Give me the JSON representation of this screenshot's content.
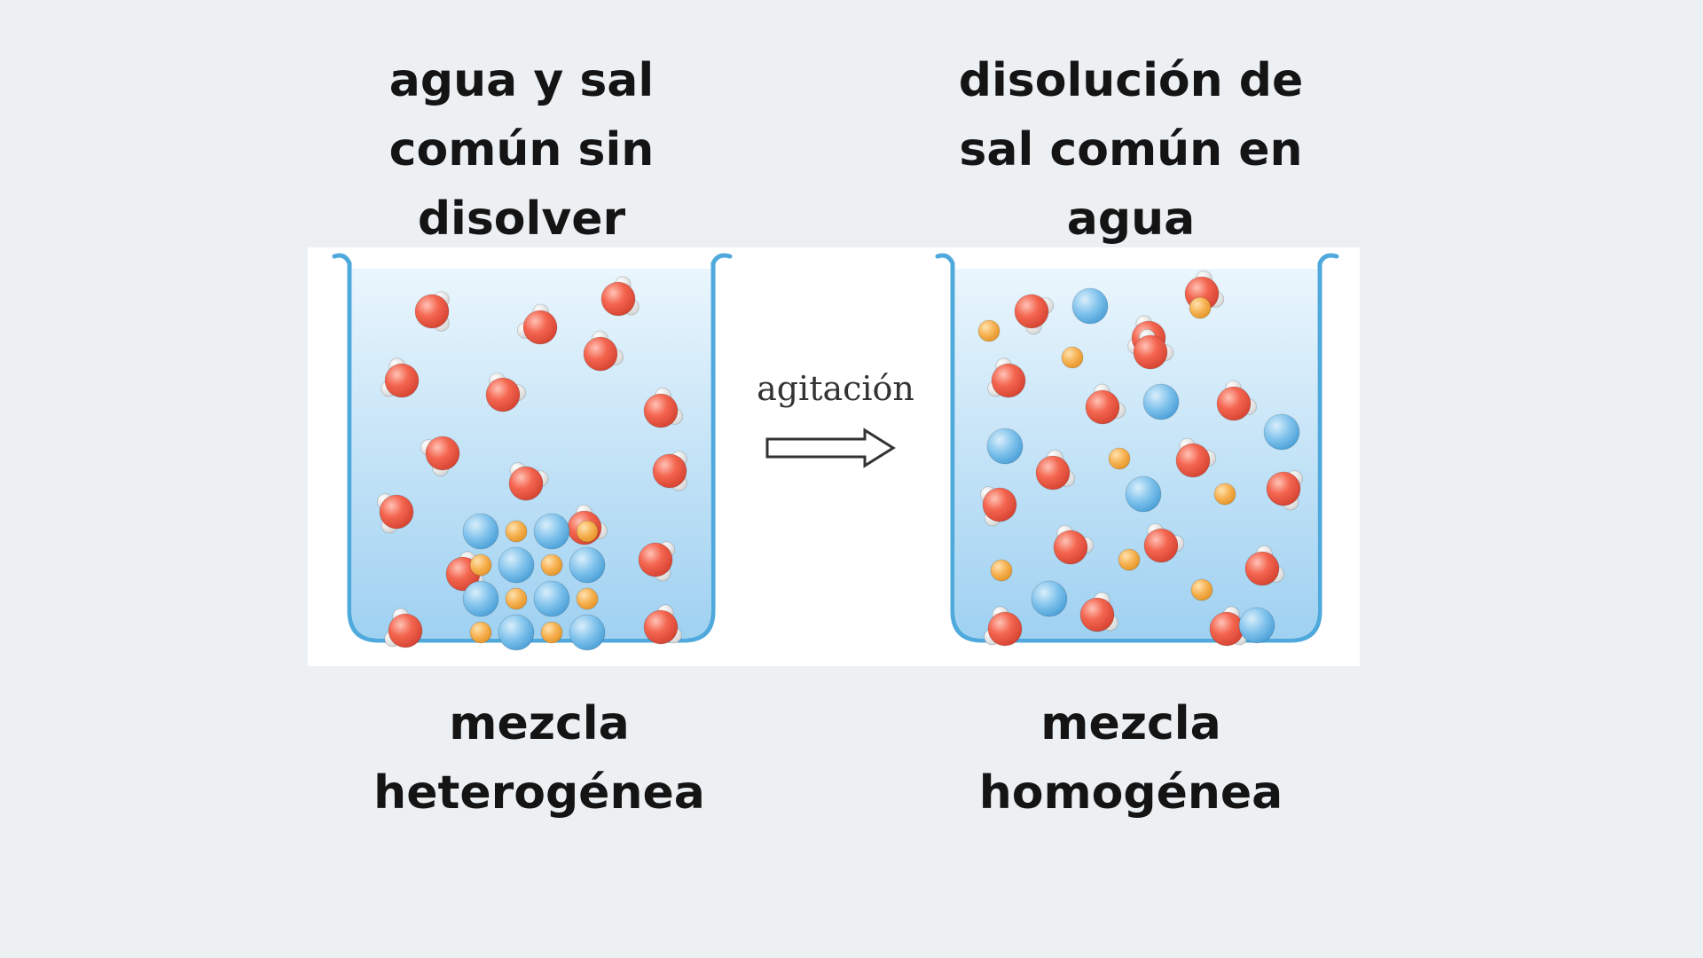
{
  "panels": {
    "left": {
      "title_lines": [
        "agua y sal",
        "común sin",
        "disolver"
      ],
      "label_lines": [
        "mezcla",
        "heterogénea"
      ]
    },
    "right": {
      "title_lines": [
        "disolución de",
        "sal común en",
        "agua"
      ],
      "label_lines": [
        "mezcla",
        "homogénea"
      ]
    }
  },
  "process": {
    "label": "agitación",
    "arrow_icon": "right-arrow-icon"
  },
  "colors": {
    "background": "#ecf0f3",
    "water_top": "#eaf6fd",
    "water_bottom": "#9fd1f1",
    "beaker_outline": "#4fa9dd",
    "oxygen": "#f05a48",
    "hydrogen": "#ffffff",
    "chloride_ion": "#5eb2e6",
    "sodium_ion": "#f0a640"
  },
  "legend_icons": {
    "water_molecule": "water-molecule-icon",
    "chloride": "chloride-ion-icon",
    "sodium": "sodium-ion-icon"
  }
}
